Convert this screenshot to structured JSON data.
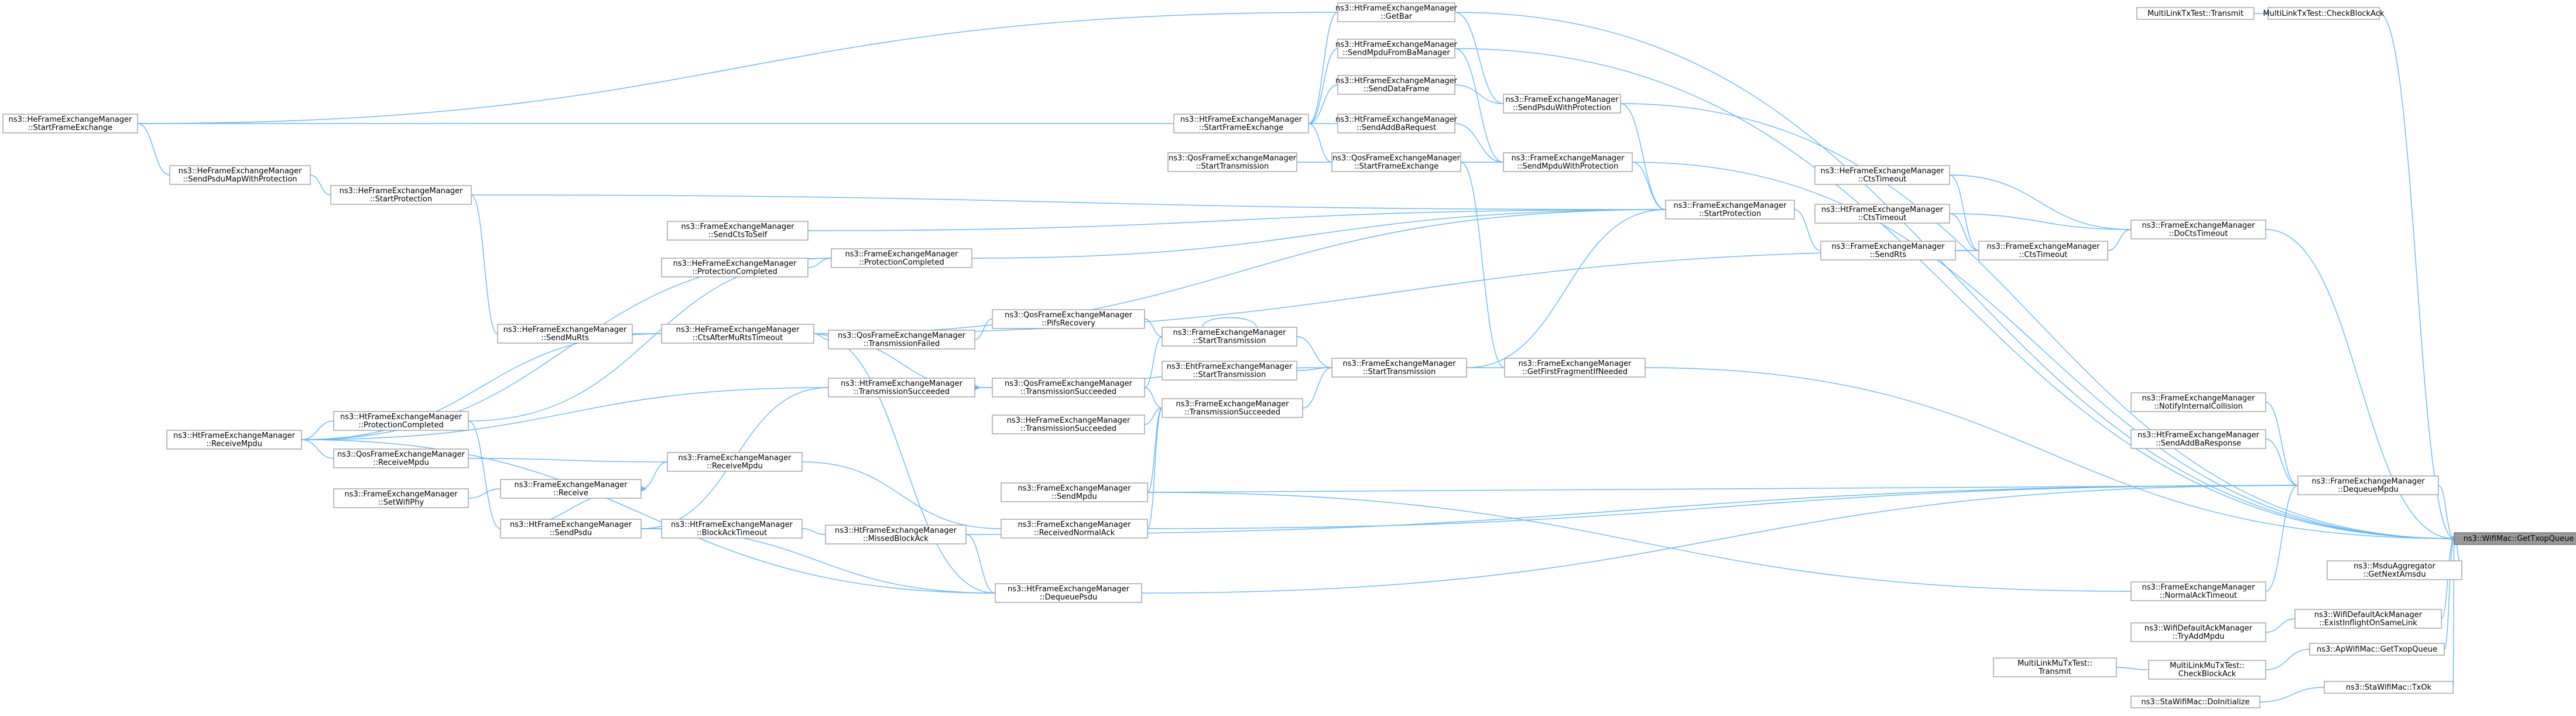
{
  "colors": {
    "edge": "#63b8ff",
    "node_border": "#999999",
    "focus_fill": "#999999",
    "background": "#ffffff"
  },
  "nodes": [
    {
      "id": "getTxopQueue",
      "lines": [
        "ns3::WifiMac::GetTxopQueue"
      ],
      "focus": true
    },
    {
      "id": "checkBlockAck1",
      "lines": [
        "MultiLinkTxTest::CheckBlockAck"
      ]
    },
    {
      "id": "transmitTx",
      "lines": [
        "MultiLinkTxTest::Transmit"
      ]
    },
    {
      "id": "getBar",
      "lines": [
        "ns3::HtFrameExchangeManager",
        "::GetBar"
      ]
    },
    {
      "id": "sendMpduFromBaManager",
      "lines": [
        "ns3::HtFrameExchangeManager",
        "::SendMpduFromBaManager"
      ]
    },
    {
      "id": "sendDataFrame",
      "lines": [
        "ns3::HtFrameExchangeManager",
        "::SendDataFrame"
      ]
    },
    {
      "id": "sendPsduWithProtection",
      "lines": [
        "ns3::FrameExchangeManager",
        "::SendPsduWithProtection"
      ]
    },
    {
      "id": "heStartFrameExchange",
      "lines": [
        "ns3::HeFrameExchangeManager",
        "::StartFrameExchange"
      ]
    },
    {
      "id": "htStartFrameExchange",
      "lines": [
        "ns3::HtFrameExchangeManager",
        "::StartFrameExchange"
      ]
    },
    {
      "id": "sendAddBaRequest",
      "lines": [
        "ns3::HtFrameExchangeManager",
        "::SendAddBaRequest"
      ]
    },
    {
      "id": "qosStartTransmission1",
      "lines": [
        "ns3::QosFrameExchangeManager",
        "::StartTransmission"
      ]
    },
    {
      "id": "qosStartFrameExchange",
      "lines": [
        "ns3::QosFrameExchangeManager",
        "::StartFrameExchange"
      ]
    },
    {
      "id": "sendMpduWithProtection",
      "lines": [
        "ns3::FrameExchangeManager",
        "::SendMpduWithProtection"
      ]
    },
    {
      "id": "heSendPsduMapWithProtection",
      "lines": [
        "ns3::HeFrameExchangeManager",
        "::SendPsduMapWithProtection"
      ]
    },
    {
      "id": "heStartProtection",
      "lines": [
        "ns3::HeFrameExchangeManager",
        "::StartProtection"
      ]
    },
    {
      "id": "fStartProtection",
      "lines": [
        "ns3::FrameExchangeManager",
        "::StartProtection"
      ]
    },
    {
      "id": "heCtsTimeout",
      "lines": [
        "ns3::HeFrameExchangeManager",
        "::CtsTimeout"
      ]
    },
    {
      "id": "htCtsTimeout",
      "lines": [
        "ns3::HtFrameExchangeManager",
        "::CtsTimeout"
      ]
    },
    {
      "id": "doCtsTimeout",
      "lines": [
        "ns3::FrameExchangeManager",
        "::DoCtsTimeout"
      ]
    },
    {
      "id": "sendRts",
      "lines": [
        "ns3::FrameExchangeManager",
        "::SendRts"
      ]
    },
    {
      "id": "fCtsTimeout",
      "lines": [
        "ns3::FrameExchangeManager",
        "::CtsTimeout"
      ]
    },
    {
      "id": "sendCtsToSelf",
      "lines": [
        "ns3::FrameExchangeManager",
        "::SendCtsToSelf"
      ]
    },
    {
      "id": "heProtectionCompleted",
      "lines": [
        "ns3::HeFrameExchangeManager",
        "::ProtectionCompleted"
      ]
    },
    {
      "id": "fProtectionCompleted",
      "lines": [
        "ns3::FrameExchangeManager",
        "::ProtectionCompleted"
      ]
    },
    {
      "id": "qosPifsRecovery",
      "lines": [
        "ns3::QosFrameExchangeManager",
        "::PifsRecovery"
      ]
    },
    {
      "id": "fStartTransmission",
      "lines": [
        "ns3::FrameExchangeManager",
        "::StartTransmission"
      ]
    },
    {
      "id": "heSendMuRts",
      "lines": [
        "ns3::HeFrameExchangeManager",
        "::SendMuRts"
      ]
    },
    {
      "id": "heCtsAfterMuRtsTimeout",
      "lines": [
        "ns3::HeFrameExchangeManager",
        "::CtsAfterMuRtsTimeout"
      ]
    },
    {
      "id": "qosTransmissionFailed",
      "lines": [
        "ns3::QosFrameExchangeManager",
        "::TransmissionFailed"
      ]
    },
    {
      "id": "ehtStartTransmission",
      "lines": [
        "ns3::EhtFrameExchangeManager",
        "::StartTransmission"
      ]
    },
    {
      "id": "fStartTransmission2",
      "lines": [
        "ns3::FrameExchangeManager",
        "::StartTransmission"
      ]
    },
    {
      "id": "getFirstFragmentIfNeeded",
      "lines": [
        "ns3::FrameExchangeManager",
        "::GetFirstFragmentIfNeeded"
      ]
    },
    {
      "id": "htTransmissionSucceeded",
      "lines": [
        "ns3::HtFrameExchangeManager",
        "::TransmissionSucceeded"
      ]
    },
    {
      "id": "qosTransmissionSucceeded",
      "lines": [
        "ns3::QosFrameExchangeManager",
        "::TransmissionSucceeded"
      ]
    },
    {
      "id": "fTransmissionSucceeded",
      "lines": [
        "ns3::FrameExchangeManager",
        "::TransmissionSucceeded"
      ]
    },
    {
      "id": "heTransmissionSucceeded",
      "lines": [
        "ns3::HeFrameExchangeManager",
        "::TransmissionSucceeded"
      ]
    },
    {
      "id": "htProtectionCompleted",
      "lines": [
        "ns3::HtFrameExchangeManager",
        "::ProtectionCompleted"
      ]
    },
    {
      "id": "htReceiveMpdu",
      "lines": [
        "ns3::HtFrameExchangeManager",
        "::ReceiveMpdu"
      ]
    },
    {
      "id": "qosReceiveMpdu",
      "lines": [
        "ns3::QosFrameExchangeManager",
        "::ReceiveMpdu"
      ]
    },
    {
      "id": "fReceiveMpdu",
      "lines": [
        "ns3::FrameExchangeManager",
        "::ReceiveMpdu"
      ]
    },
    {
      "id": "fReceive",
      "lines": [
        "ns3::FrameExchangeManager",
        "::Receive"
      ]
    },
    {
      "id": "setWifiPhy",
      "lines": [
        "ns3::FrameExchangeManager",
        "::SetWifiPhy"
      ]
    },
    {
      "id": "fSendMpdu",
      "lines": [
        "ns3::FrameExchangeManager",
        "::SendMpdu"
      ]
    },
    {
      "id": "receivedNormalAck",
      "lines": [
        "ns3::FrameExchangeManager",
        "::ReceivedNormalAck"
      ]
    },
    {
      "id": "htSendPsdu",
      "lines": [
        "ns3::HtFrameExchangeManager",
        "::SendPsdu"
      ]
    },
    {
      "id": "blockAckTimeout",
      "lines": [
        "ns3::HtFrameExchangeManager",
        "::BlockAckTimeout"
      ]
    },
    {
      "id": "missedBlockAck",
      "lines": [
        "ns3::HtFrameExchangeManager",
        "::MissedBlockAck"
      ]
    },
    {
      "id": "dequeuePsdu",
      "lines": [
        "ns3::HtFrameExchangeManager",
        "::DequeuePsdu"
      ]
    },
    {
      "id": "notifyInternalCollision",
      "lines": [
        "ns3::FrameExchangeManager",
        "::NotifyInternalCollision"
      ]
    },
    {
      "id": "sendAddBaResponse",
      "lines": [
        "ns3::HtFrameExchangeManager",
        "::SendAddBaResponse"
      ]
    },
    {
      "id": "dequeueMpdu",
      "lines": [
        "ns3::FrameExchangeManager",
        "::DequeueMpdu"
      ]
    },
    {
      "id": "normalAckTimeout",
      "lines": [
        "ns3::FrameExchangeManager",
        "::NormalAckTimeout"
      ]
    },
    {
      "id": "getNextAmsdu",
      "lines": [
        "ns3::MsduAggregator",
        "::GetNextAmsdu"
      ]
    },
    {
      "id": "tryAddMpdu",
      "lines": [
        "ns3::WifiDefaultAckManager",
        "::TryAddMpdu"
      ]
    },
    {
      "id": "existInflight",
      "lines": [
        "ns3::WifiDefaultAckManager",
        "::ExistInflightOnSameLink"
      ]
    },
    {
      "id": "apGetTxopQueue",
      "lines": [
        "ns3::ApWifiMac::GetTxopQueue"
      ]
    },
    {
      "id": "transmitMu",
      "lines": [
        "MultiLinkMuTxTest::",
        "Transmit"
      ]
    },
    {
      "id": "checkBlockAckMu",
      "lines": [
        "MultiLinkMuTxTest::",
        "CheckBlockAck"
      ]
    },
    {
      "id": "staTxOk",
      "lines": [
        "ns3::StaWifiMac::TxOk"
      ]
    },
    {
      "id": "staDoInitialize",
      "lines": [
        "ns3::StaWifiMac::DoInitialize"
      ]
    }
  ]
}
